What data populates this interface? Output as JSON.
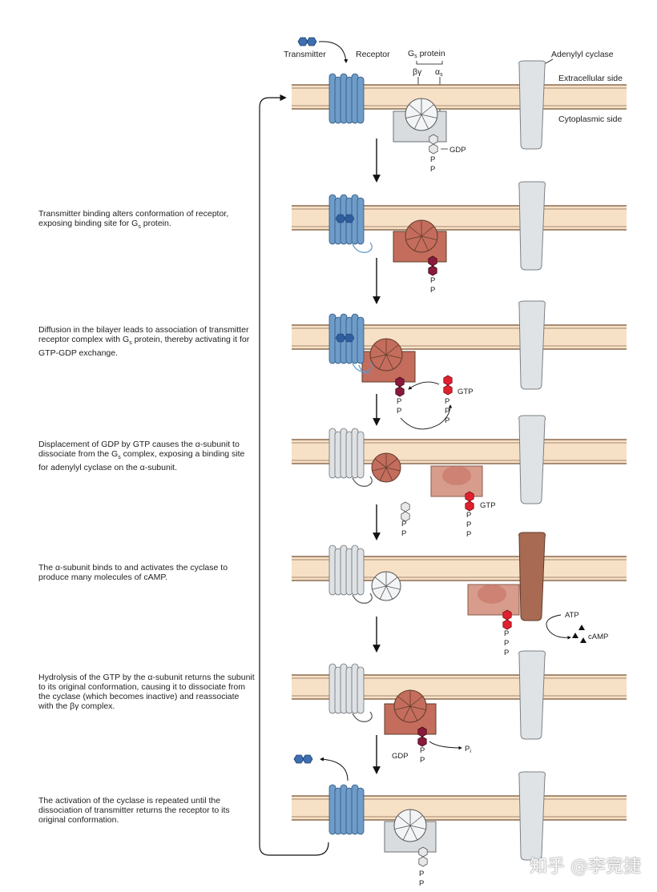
{
  "labels": {
    "transmitter": "Transmitter",
    "receptor": "Receptor",
    "gs_protein": "G",
    "gs_sub": "s",
    "gs_protein_tail": " protein",
    "beta_gamma": "βγ",
    "alpha": "α",
    "alpha_sub": "s",
    "adenylyl_cyclase": "Adenylyl cyclase",
    "extracellular": "Extracellular side",
    "cytoplasmic": "Cytoplasmic side",
    "gdp": "GDP",
    "gtp": "GTP",
    "atp": "ATP",
    "camp": "cAMP",
    "p": "P",
    "pi": "P",
    "pi_sub": "i"
  },
  "captions": [
    {
      "pre": "Transmitter binding alters conformation of receptor, exposing binding site for G",
      "sub": "s",
      "post": " protein."
    },
    {
      "pre": "Diffusion in the bilayer leads to association of transmitter receptor complex with G",
      "sub": "s",
      "post": " protein, thereby activating it for GTP-GDP exchange."
    },
    {
      "pre": "Displacement of GDP by GTP causes the α-subunit to dissociate from the G",
      "sub": "s",
      "post": " complex, exposing a binding site for adenylyl cyclase on the α-subunit."
    },
    {
      "pre": "The α-subunit binds to and activates the cyclase to produce many molecules of cAMP.",
      "sub": "",
      "post": ""
    },
    {
      "pre": "Hydrolysis of the GTP by the α-subunit returns the subunit to its original conformation, causing it to dissociate from the cyclase (which becomes inactive) and reassociate with the βγ complex.",
      "sub": "",
      "post": ""
    },
    {
      "pre": "The activation of the cyclase is repeated until the dissociation of transmitter returns the receptor to its original conformation.",
      "sub": "",
      "post": ""
    }
  ],
  "watermark": "知乎 @李竞捷",
  "colors": {
    "membrane": "#f7e1c6",
    "membrane_line": "#8b6a4f",
    "receptor_active": "#6f9cc8",
    "receptor_inactive": "#dfe2e4",
    "gprotein_inactive": "#d9dcde",
    "gprotein_active": "#c46d5c",
    "cyclase_inactive": "#dfe3e5",
    "cyclase_active": "#a86a52",
    "gdp_dark": "#8b1a3a",
    "gtp_red": "#e0202e"
  }
}
